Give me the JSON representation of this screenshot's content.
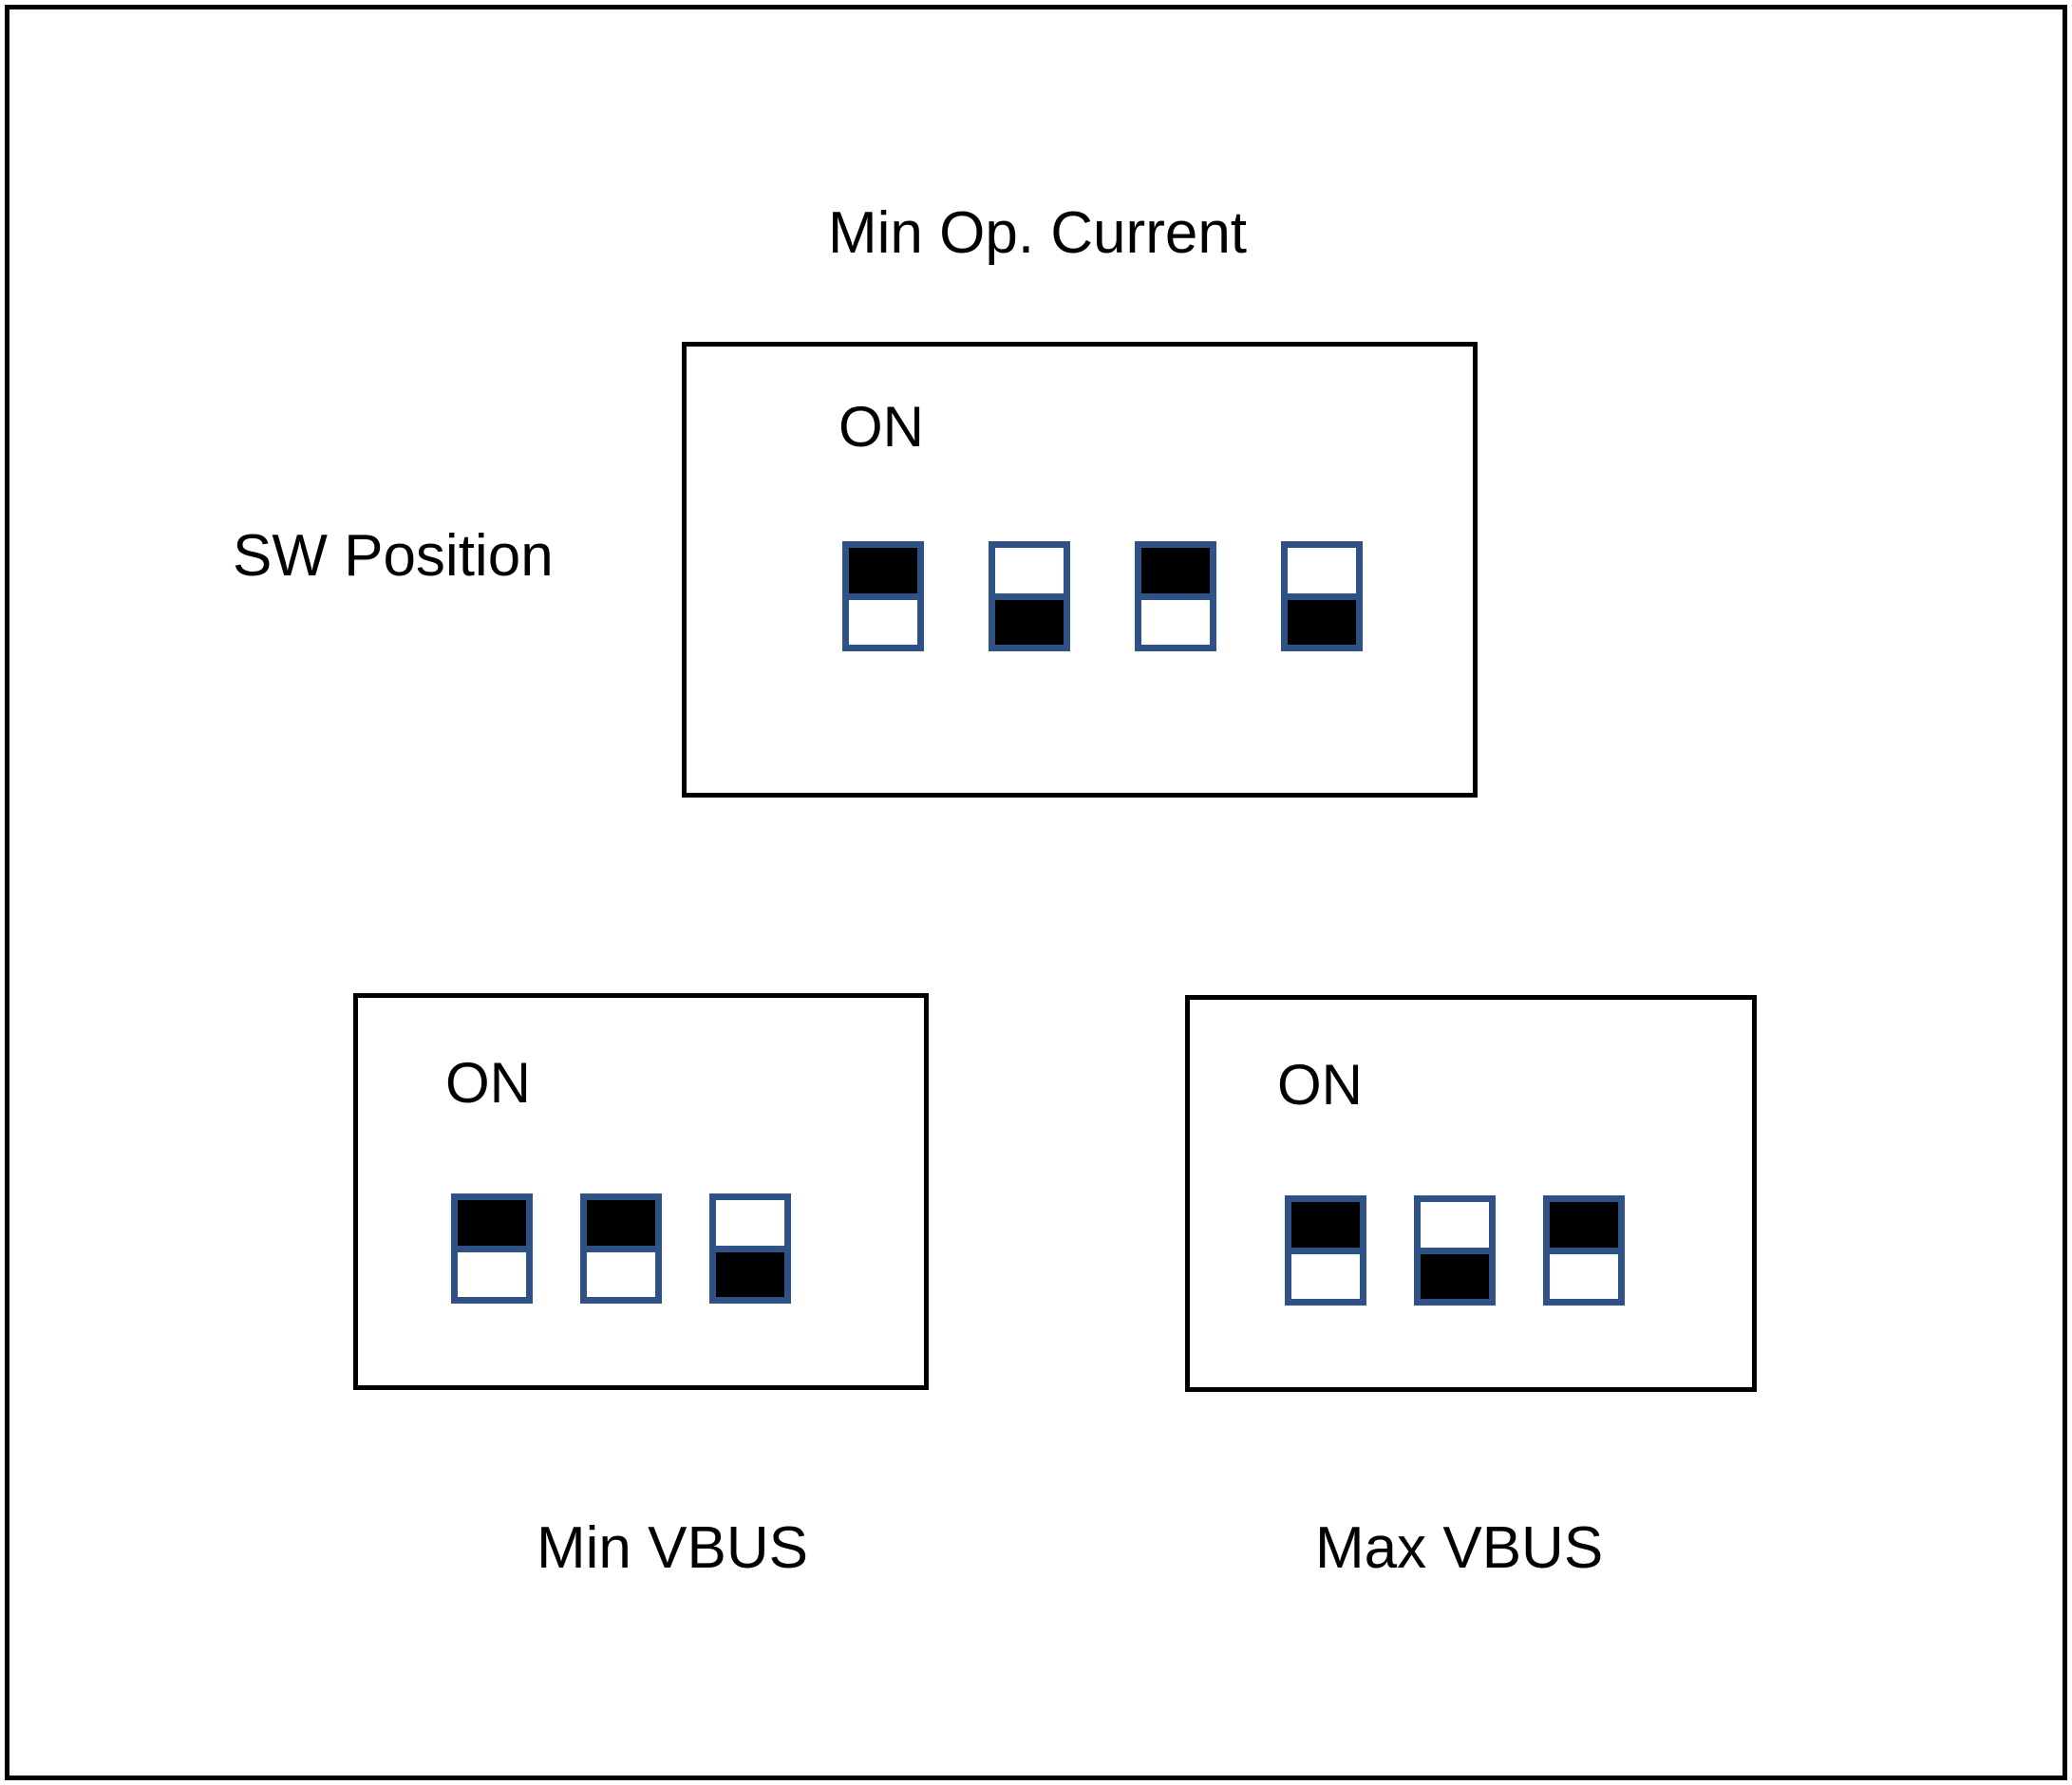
{
  "diagram": {
    "title": "Min Op. Current",
    "side_label": "SW Position",
    "frame_color": "#000000",
    "switch_border_color": "#2e5186",
    "switch_fill_color": "#000000",
    "background_color": "#ffffff"
  },
  "banks": {
    "min_op_current": {
      "name": "Min Op. Current",
      "on_label": "ON",
      "switch_count": 4,
      "positions": [
        "up",
        "down",
        "up",
        "down"
      ],
      "switches": [
        {
          "index": 1,
          "state": "up",
          "top_filled": true,
          "bottom_filled": false
        },
        {
          "index": 2,
          "state": "down",
          "top_filled": false,
          "bottom_filled": true
        },
        {
          "index": 3,
          "state": "up",
          "top_filled": true,
          "bottom_filled": false
        },
        {
          "index": 4,
          "state": "down",
          "top_filled": false,
          "bottom_filled": true
        }
      ]
    },
    "min_vbus": {
      "name": "Min VBUS",
      "on_label": "ON",
      "caption": "Min VBUS",
      "switch_count": 3,
      "positions": [
        "up",
        "up",
        "down"
      ],
      "switches": [
        {
          "index": 1,
          "state": "up",
          "top_filled": true,
          "bottom_filled": false
        },
        {
          "index": 2,
          "state": "up",
          "top_filled": true,
          "bottom_filled": false
        },
        {
          "index": 3,
          "state": "down",
          "top_filled": false,
          "bottom_filled": true
        }
      ]
    },
    "max_vbus": {
      "name": "Max VBUS",
      "on_label": "ON",
      "caption": "Max VBUS",
      "switch_count": 3,
      "positions": [
        "up",
        "down",
        "up"
      ],
      "switches": [
        {
          "index": 1,
          "state": "up",
          "top_filled": true,
          "bottom_filled": false
        },
        {
          "index": 2,
          "state": "down",
          "top_filled": false,
          "bottom_filled": true
        },
        {
          "index": 3,
          "state": "up",
          "top_filled": true,
          "bottom_filled": false
        }
      ]
    }
  }
}
